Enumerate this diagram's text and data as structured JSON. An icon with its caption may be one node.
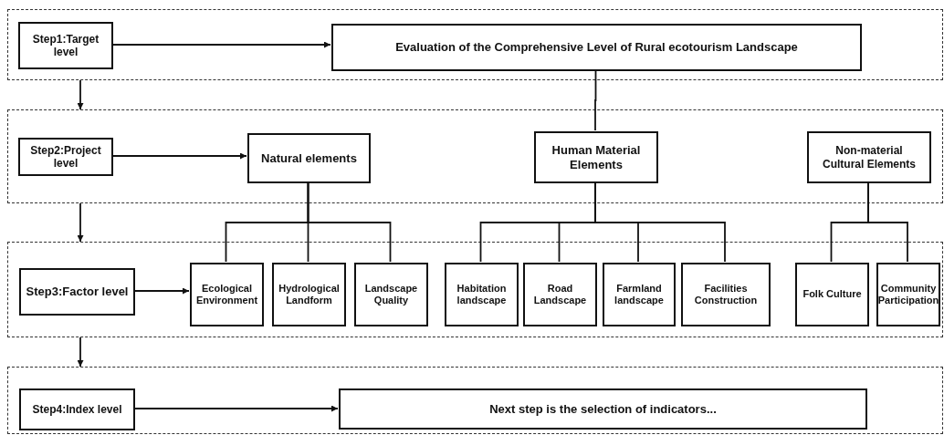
{
  "diagram": {
    "nodes": [
      {
        "text": [],
        "shape": "box"
      },
      {
        "text": [
          "Step1:Target level"
        ],
        "in": 0
      },
      {
        "text": [
          "Evaluation of the Comprehensive Level of Rural  ecotourism Landscape"
        ],
        "in": 0
      },
      {
        "text": [],
        "shape": "box"
      },
      {
        "text": [
          "Step2:Project level"
        ],
        "in": 3
      },
      {
        "text": [
          "Natural elements"
        ],
        "in": 3
      },
      {
        "text": [
          "Human Material Elements"
        ],
        "in": 3
      },
      {
        "text": [
          "Non-material Cultural Elements"
        ],
        "in": 3
      },
      {
        "text": [],
        "shape": "box"
      },
      {
        "text": [
          "Step3:Factor level"
        ],
        "in": 8
      },
      {
        "text": [
          "Ecological Environment"
        ],
        "in": 8
      },
      {
        "text": [
          "Hydrological Landform"
        ],
        "in": 8
      },
      {
        "text": [
          "Landscape Quality"
        ],
        "in": 8
      },
      {
        "text": [
          "Habitation landscape"
        ],
        "in": 8
      },
      {
        "text": [
          "Road Landscape"
        ],
        "in": 8
      },
      {
        "text": [
          "Farmland landscape"
        ],
        "in": 8
      },
      {
        "text": [
          "Facilities Construction"
        ],
        "in": 8
      },
      {
        "text": [
          "Folk Culture"
        ],
        "in": 8
      },
      {
        "text": [
          "Community Participation"
        ],
        "in": 8
      },
      {
        "text": [],
        "shape": "box"
      },
      {
        "text": [
          "Step4:Index level"
        ],
        "in": 19
      },
      {
        "text": [
          "Next step is the selection of indicators..."
        ],
        "in": 19
      }
    ],
    "edges": [
      {
        "from": 1,
        "to": 2,
        "arrow": "to"
      },
      {
        "from": 0,
        "to": 3,
        "arrow": "to"
      },
      {
        "from": 3,
        "to": 8,
        "arrow": "to"
      },
      {
        "from": 8,
        "to": 19,
        "arrow": "to"
      },
      {
        "from": 4,
        "to": 5,
        "arrow": "to"
      },
      {
        "from": 9,
        "to": 10,
        "arrow": "to"
      },
      {
        "from": 20,
        "to": 21,
        "arrow": "to"
      },
      {
        "from": 2,
        "to": 6,
        "arrow": "none"
      },
      {
        "from": 5,
        "to": 10,
        "arrow": "none"
      },
      {
        "from": 5,
        "to": 11,
        "arrow": "none"
      },
      {
        "from": 5,
        "to": 12,
        "arrow": "none"
      },
      {
        "from": 6,
        "to": 13,
        "arrow": "none"
      },
      {
        "from": 6,
        "to": 14,
        "arrow": "none"
      },
      {
        "from": 6,
        "to": 15,
        "arrow": "none"
      },
      {
        "from": 6,
        "to": 16,
        "arrow": "none"
      },
      {
        "from": 7,
        "to": 17,
        "arrow": "none"
      },
      {
        "from": 7,
        "to": 18,
        "arrow": "none"
      }
    ]
  }
}
